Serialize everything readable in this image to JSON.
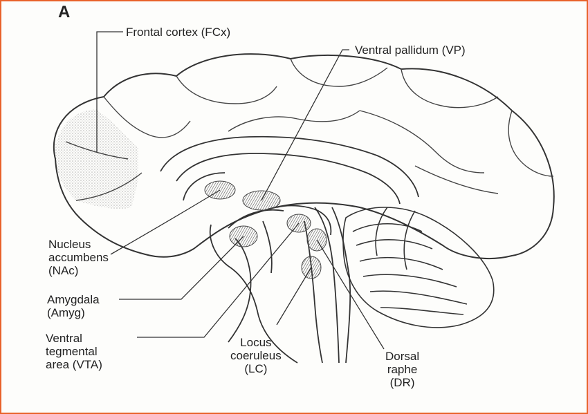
{
  "panel_letter": "A",
  "labels": {
    "fcx": [
      "Frontal cortex (FCx)"
    ],
    "vp": [
      "Ventral pallidum (VP)"
    ],
    "nac": [
      "Nucleus",
      "accumbens",
      "(NAc)"
    ],
    "amyg": [
      "Amygdala",
      "(Amyg)"
    ],
    "vta": [
      "Ventral",
      "tegmental",
      "area (VTA)"
    ],
    "lc": [
      "Locus",
      "coeruleus",
      "(LC)"
    ],
    "dr": [
      "Dorsal",
      "raphe",
      "(DR)"
    ]
  },
  "colors": {
    "frame": "#e8622a",
    "ink": "#333333",
    "shading": "#cfcfcf"
  }
}
